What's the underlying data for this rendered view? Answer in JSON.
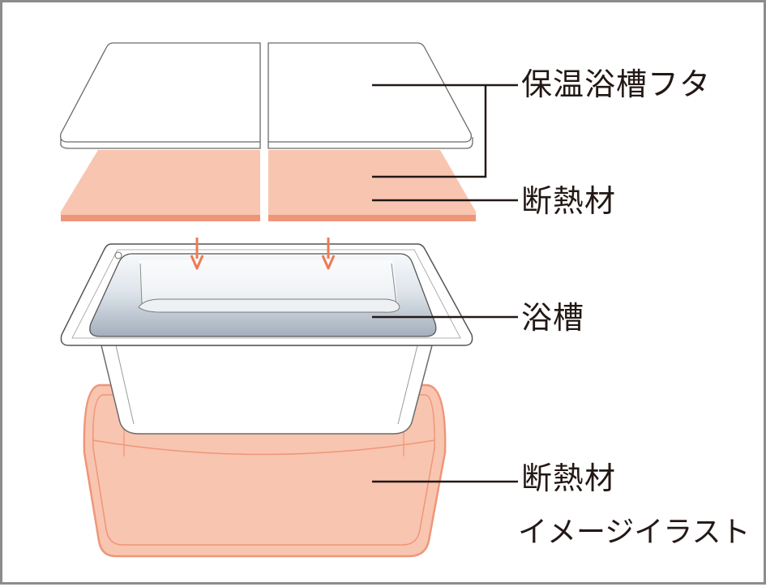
{
  "labels": {
    "lid": "保温浴槽フタ",
    "lid_insulation": "断熱材",
    "bathtub": "浴槽",
    "tub_insulation": "断熱材",
    "note": "イメージイラスト"
  },
  "colors": {
    "insulation_fill": "#f8c5b0",
    "insulation_edge": "#ef9678",
    "arrow": "#ee7a52",
    "line": "#231815",
    "frame": "#8c8c8c",
    "water_top": "#f2f5f8",
    "water_bottom": "#a9b4c0"
  }
}
